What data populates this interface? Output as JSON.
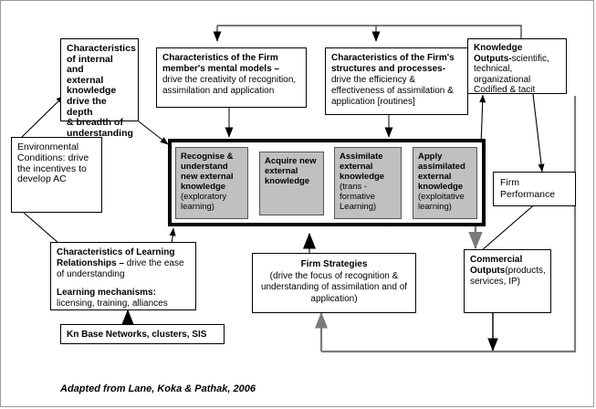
{
  "diagram": {
    "caption": "Adapted from Lane, Koka & Pathak, 2006",
    "colors": {
      "gray_fill": "#c0c0c0",
      "border": "#000000",
      "frame": "#9a9a9a",
      "gray_arrow": "#808080"
    },
    "boxes": {
      "internal_external_knowledge": {
        "line1": "Characteristics",
        "line2": "of internal and",
        "line3": "external",
        "line4": "knowledge",
        "line5": "drive the depth",
        "line6": "& breadth of",
        "line7": "understanding"
      },
      "environmental_conditions": {
        "line1": "Environmental",
        "line2": "Conditions: drive",
        "line3": "the incentives to",
        "line4": "develop AC"
      },
      "firm_member_mental_models": {
        "bold": "Characteristics of the Firm member's mental models – ",
        "rest": "drive the creativity of recognition, assimilation and application"
      },
      "firm_structures_processes": {
        "bold": "Characteristics of the Firm's structures and processes-",
        "rest": "drive the efficiency & effectiveness of assimilation & application [routines]"
      },
      "knowledge_outputs": {
        "bold": "Knowledge Outputs-",
        "rest": "scientific, technical, organizational Codified & tacit"
      },
      "firm_performance": {
        "line1": "Firm",
        "line2": "Performance"
      },
      "commercial_outputs": {
        "bold": "Commercial Outputs",
        "rest": "(products, services, IP)"
      },
      "learning_relationships": {
        "bold1": "Characteristics of Learning Relationships – ",
        "rest1": "drive the ease of understanding",
        "bold2": "Learning mechanisms:",
        "rest2": "licensing, training, alliances"
      },
      "kn_base_networks": {
        "label": "Kn Base Networks, clusters, SIS"
      },
      "firm_strategies": {
        "bold": "Firm Strategies",
        "rest": "(drive the focus of recognition & understanding of assimilation and of application)"
      }
    },
    "process_steps": [
      {
        "name": "recognise-understand",
        "bold": "Recognise & understand new external knowledge",
        "rest": "(exploratory learning)"
      },
      {
        "name": "acquire",
        "bold": "Acquire new external knowledge",
        "rest": ""
      },
      {
        "name": "assimilate",
        "bold": "Assimilate external knowledge",
        "rest": "(trans - formative Learning)"
      },
      {
        "name": "apply",
        "bold": "Apply assimilated external knowledge",
        "rest": "(exploitative learning)"
      }
    ]
  }
}
